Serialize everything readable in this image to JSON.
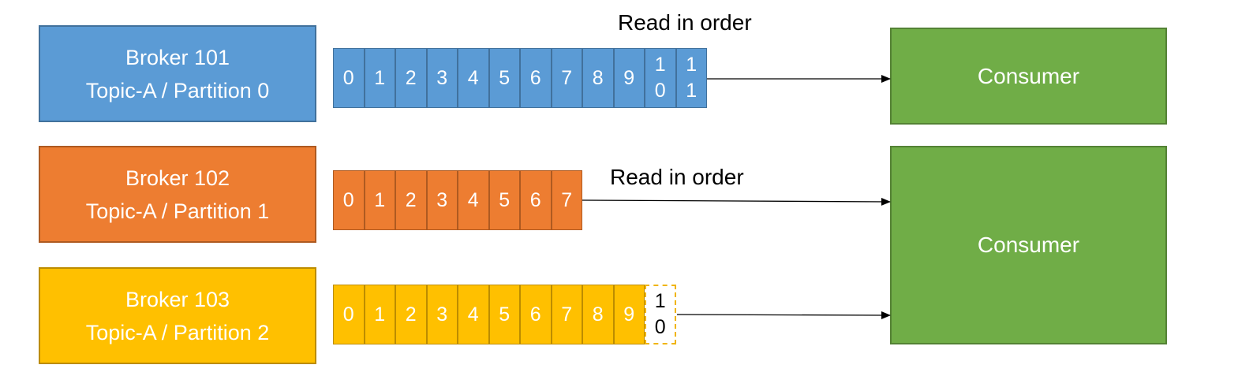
{
  "brokers": [
    {
      "line1": "Broker 101",
      "line2": "Topic-A / Partition 0",
      "color": "#5b9bd5",
      "border": "#41719c"
    },
    {
      "line1": "Broker 102",
      "line2": "Topic-A / Partition 1",
      "color": "#ed7d31",
      "border": "#ae5a21"
    },
    {
      "line1": "Broker 103",
      "line2": "Topic-A / Partition 2",
      "color": "#ffc000",
      "border": "#bc8c00"
    }
  ],
  "partitions": [
    {
      "offsets": [
        [
          "0"
        ],
        [
          "1"
        ],
        [
          "2"
        ],
        [
          "3"
        ],
        [
          "4"
        ],
        [
          "5"
        ],
        [
          "6"
        ],
        [
          "7"
        ],
        [
          "8"
        ],
        [
          "9"
        ],
        [
          "1",
          "0"
        ],
        [
          "1",
          "1"
        ]
      ],
      "pending_offset": null
    },
    {
      "offsets": [
        [
          "0"
        ],
        [
          "1"
        ],
        [
          "2"
        ],
        [
          "3"
        ],
        [
          "4"
        ],
        [
          "5"
        ],
        [
          "6"
        ],
        [
          "7"
        ]
      ],
      "pending_offset": null
    },
    {
      "offsets": [
        [
          "0"
        ],
        [
          "1"
        ],
        [
          "2"
        ],
        [
          "3"
        ],
        [
          "4"
        ],
        [
          "5"
        ],
        [
          "6"
        ],
        [
          "7"
        ],
        [
          "8"
        ],
        [
          "9"
        ]
      ],
      "pending_offset": [
        "1",
        "0"
      ]
    }
  ],
  "read_labels": [
    "Read in order",
    "Read in order"
  ],
  "consumers": [
    "Consumer",
    "Consumer"
  ]
}
